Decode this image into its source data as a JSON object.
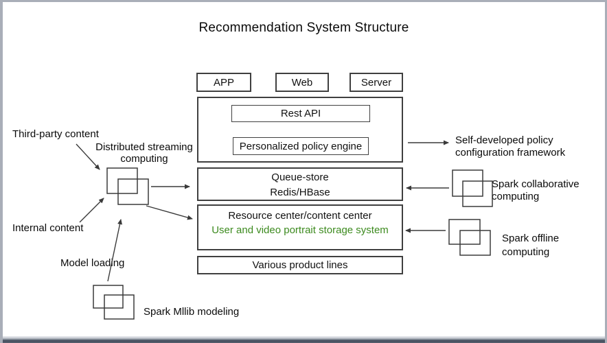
{
  "title": "Recommendation System Structure",
  "colors": {
    "accent_green": "#3c8a1e",
    "line": "#3a3a3a"
  },
  "top_boxes": [
    {
      "label": "APP"
    },
    {
      "label": "Web"
    },
    {
      "label": "Server"
    }
  ],
  "engine": {
    "rest_api": "Rest API",
    "policy_engine": "Personalized policy engine"
  },
  "queue_store": {
    "line1": "Queue-store",
    "line2": "Redis/HBase"
  },
  "resource_center": {
    "line1": "Resource center/content center",
    "line2": "User and video portrait storage system"
  },
  "product_lines": "Various product lines",
  "left_labels": {
    "third_party": "Third-party content",
    "streaming_line1": "Distributed streaming",
    "streaming_line2": "computing",
    "internal": "Internal content",
    "model_loading": "Model loading",
    "mllib": "Spark Mllib modeling"
  },
  "right_labels": {
    "framework_line1": "Self-developed policy",
    "framework_line2": "configuration framework",
    "collab_line1": "Spark collaborative",
    "collab_line2": "computing",
    "offline_line1": "Spark offline",
    "offline_line2": "computing"
  }
}
